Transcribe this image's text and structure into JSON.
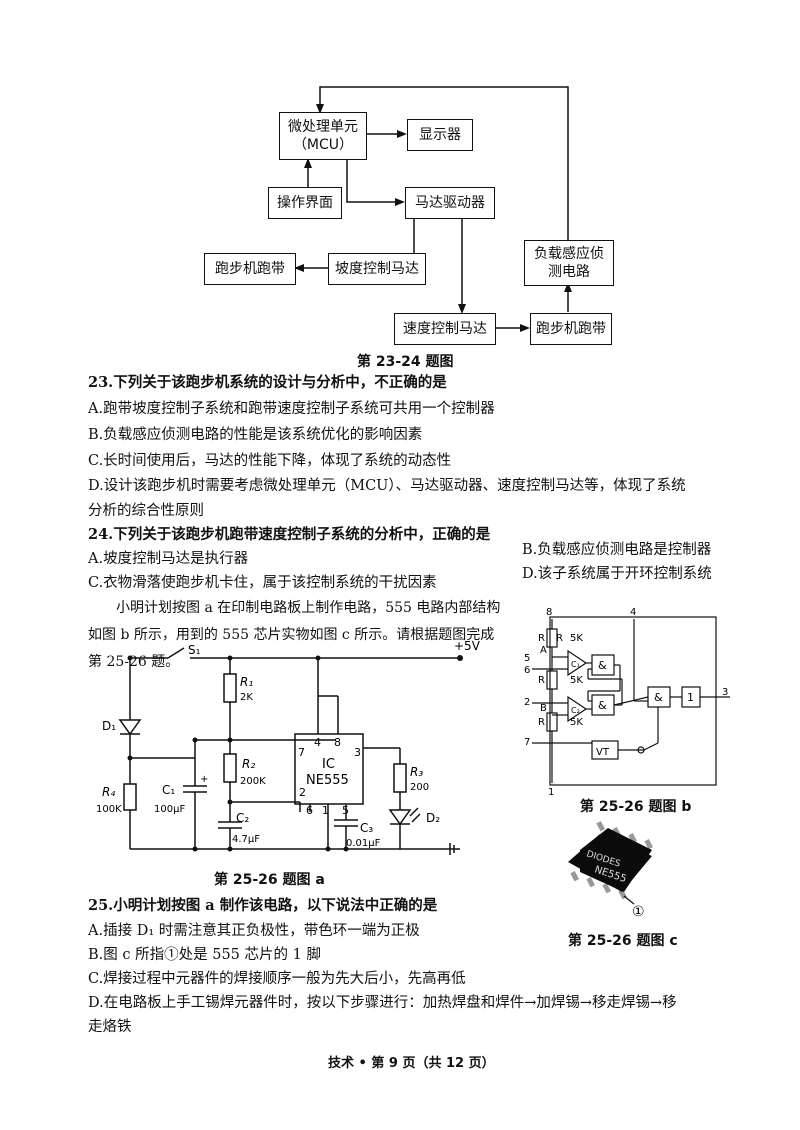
{
  "block": {
    "mcu": "微处理单元\n（MCU）",
    "display": "显示器",
    "ui": "操作界面",
    "motor_driver": "马达驱动器",
    "belt_left": "跑步机跑带",
    "slope_motor": "坡度控制马达",
    "load_sensor": "负载感应侦\n测电路",
    "speed_motor": "速度控制马达",
    "belt_right": "跑步机跑带",
    "caption": "第 23-24 题图"
  },
  "q23": {
    "stem": "23.下列关于该跑步机系统的设计与分析中，不正确的是",
    "A": "A.跑带坡度控制子系统和跑带速度控制子系统可共用一个控制器",
    "B": "B.负载感应侦测电路的性能是该系统优化的影响因素",
    "C": "C.长时间使用后，马达的性能下降，体现了系统的动态性",
    "D1": "D.设计该跑步机时需要考虑微处理单元（MCU）、马达驱动器、速度控制马达等，体现了系统",
    "D2": "分析的综合性原则"
  },
  "q24": {
    "stem": "24.下列关于该跑步机跑带速度控制子系统的分析中，正确的是",
    "A": "A.坡度控制马达是执行器",
    "B": "B.负载感应侦测电路是控制器",
    "C": "C.衣物滑落使跑步机卡住，属于该控制系统的干扰因素",
    "D": "D.该子系统属于开环控制系统"
  },
  "intro": "小明计划按图 a 在印制电路板上制作电路，555 电路内部结构如图 b 所示，用到的 555 芯片实物如图 c 所示。请根据题图完成第 25-26 题。",
  "fig_a": {
    "caption": "第 25-26 题图 a",
    "s1": "S₁",
    "vcc": "+5V",
    "r1": "R₁",
    "r1v": "2K",
    "d1": "D₁",
    "r4": "R₄",
    "r4v": "100K",
    "c1": "C₁",
    "c1v": "100μF",
    "r2": "R₂",
    "r2v": "200K",
    "c2": "C₂",
    "c2v": "4.7μF",
    "ic": "IC",
    "chip": "NE555",
    "r3": "R₃",
    "r3v": "200",
    "c3": "C₃",
    "c3v": "0.01μF",
    "d2": "D₂",
    "pins": [
      "4",
      "8",
      "7",
      "3",
      "2",
      "6",
      "1",
      "5"
    ]
  },
  "fig_b": {
    "caption": "第 25-26 题图 b",
    "r": "R",
    "rv": "5K",
    "a": "A",
    "b": "B",
    "c1": "C₁",
    "c2": "C₂",
    "amp": "&",
    "one": "1",
    "vt": "VT",
    "pins": [
      "8",
      "4",
      "5",
      "6",
      "2",
      "7",
      "1",
      "3"
    ]
  },
  "fig_c": {
    "caption": "第 25-26 题图 c",
    "brand": "DIODES",
    "chip": "NE555",
    "mark": "①"
  },
  "q25": {
    "stem": "25.小明计划按图 a 制作该电路，以下说法中正确的是",
    "A": "A.插接 D₁ 时需注意其正负极性，带色环一端为正极",
    "B": "B.图 c 所指①处是 555 芯片的 1 脚",
    "C": "C.焊接过程中元器件的焊接顺序一般为先大后小，先高再低",
    "D1": "D.在电路板上手工锡焊元器件时，按以下步骤进行：加热焊盘和焊件→加焊锡→移走焊锡→移",
    "D2": "走烙铁"
  },
  "footer": "技术 • 第 9 页（共 12 页）"
}
